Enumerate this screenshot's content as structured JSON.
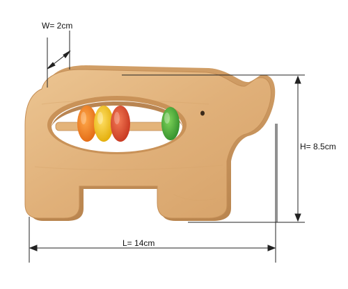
{
  "colors": {
    "wood": "#e3b57e",
    "wood_dark": "#c9945d",
    "bead_orange": "#f07a1c",
    "bead_yellow": "#f2c21a",
    "bead_red": "#d9442a",
    "bead_green": "#3fa53a",
    "dimension_line": "#222222"
  },
  "dimensions": {
    "width_label": "W= 2cm",
    "height_label": "H= 8.5cm",
    "length_label": "L= 14cm"
  }
}
